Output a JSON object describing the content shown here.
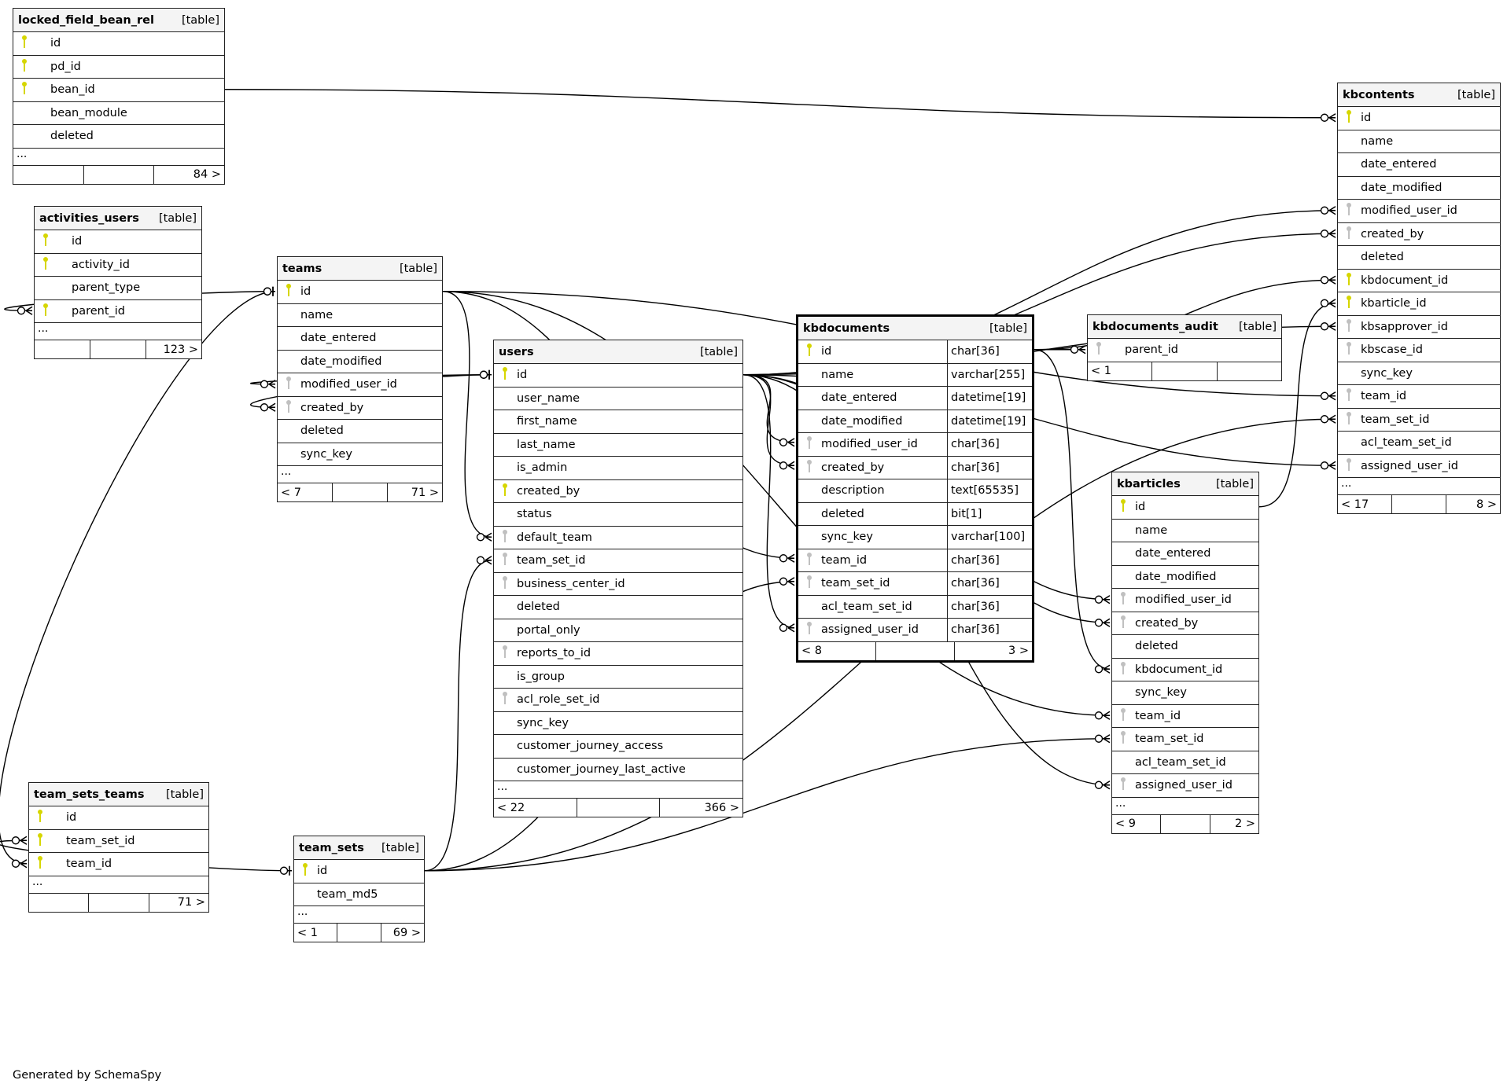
{
  "footer": "Generated by SchemaSpy",
  "tables": {
    "locked_field_bean_rel": {
      "name": "locked_field_bean_rel",
      "kind": "[table]",
      "columns": [
        {
          "name": "id",
          "key": "pk"
        },
        {
          "name": "pd_id",
          "key": "pk"
        },
        {
          "name": "bean_id",
          "key": "pk"
        },
        {
          "name": "bean_module",
          "key": ""
        },
        {
          "name": "deleted",
          "key": ""
        }
      ],
      "more": "...",
      "foot": [
        "",
        "",
        "84 >"
      ]
    },
    "activities_users": {
      "name": "activities_users",
      "kind": "[table]",
      "columns": [
        {
          "name": "id",
          "key": "pk"
        },
        {
          "name": "activity_id",
          "key": "pk"
        },
        {
          "name": "parent_type",
          "key": ""
        },
        {
          "name": "parent_id",
          "key": "pk"
        }
      ],
      "more": "...",
      "foot": [
        "",
        "",
        "123 >"
      ]
    },
    "teams": {
      "name": "teams",
      "kind": "[table]",
      "columns": [
        {
          "name": "id",
          "key": "pk"
        },
        {
          "name": "name",
          "key": ""
        },
        {
          "name": "date_entered",
          "key": ""
        },
        {
          "name": "date_modified",
          "key": ""
        },
        {
          "name": "modified_user_id",
          "key": "fk"
        },
        {
          "name": "created_by",
          "key": "fk"
        },
        {
          "name": "deleted",
          "key": ""
        },
        {
          "name": "sync_key",
          "key": ""
        }
      ],
      "more": "...",
      "foot": [
        "< 7",
        "",
        "71 >"
      ]
    },
    "users": {
      "name": "users",
      "kind": "[table]",
      "columns": [
        {
          "name": "id",
          "key": "pk"
        },
        {
          "name": "user_name",
          "key": ""
        },
        {
          "name": "first_name",
          "key": ""
        },
        {
          "name": "last_name",
          "key": ""
        },
        {
          "name": "is_admin",
          "key": ""
        },
        {
          "name": "created_by",
          "key": "pk"
        },
        {
          "name": "status",
          "key": ""
        },
        {
          "name": "default_team",
          "key": "fk"
        },
        {
          "name": "team_set_id",
          "key": "fk"
        },
        {
          "name": "business_center_id",
          "key": "fk"
        },
        {
          "name": "deleted",
          "key": ""
        },
        {
          "name": "portal_only",
          "key": ""
        },
        {
          "name": "reports_to_id",
          "key": "fk"
        },
        {
          "name": "is_group",
          "key": ""
        },
        {
          "name": "acl_role_set_id",
          "key": "fk"
        },
        {
          "name": "sync_key",
          "key": ""
        },
        {
          "name": "customer_journey_access",
          "key": ""
        },
        {
          "name": "customer_journey_last_active",
          "key": ""
        }
      ],
      "more": "...",
      "foot": [
        "< 22",
        "",
        "366 >"
      ]
    },
    "kbdocuments": {
      "name": "kbdocuments",
      "kind": "[table]",
      "columns": [
        {
          "name": "id",
          "key": "pk",
          "type": "char[36]"
        },
        {
          "name": "name",
          "key": "",
          "type": "varchar[255]"
        },
        {
          "name": "date_entered",
          "key": "",
          "type": "datetime[19]"
        },
        {
          "name": "date_modified",
          "key": "",
          "type": "datetime[19]"
        },
        {
          "name": "modified_user_id",
          "key": "fk",
          "type": "char[36]"
        },
        {
          "name": "created_by",
          "key": "fk",
          "type": "char[36]"
        },
        {
          "name": "description",
          "key": "",
          "type": "text[65535]"
        },
        {
          "name": "deleted",
          "key": "",
          "type": "bit[1]"
        },
        {
          "name": "sync_key",
          "key": "",
          "type": "varchar[100]"
        },
        {
          "name": "team_id",
          "key": "fk",
          "type": "char[36]"
        },
        {
          "name": "team_set_id",
          "key": "fk",
          "type": "char[36]"
        },
        {
          "name": "acl_team_set_id",
          "key": "",
          "type": "char[36]"
        },
        {
          "name": "assigned_user_id",
          "key": "fk",
          "type": "char[36]"
        }
      ],
      "foot": [
        "< 8",
        "",
        "3 >"
      ]
    },
    "kbdocuments_audit": {
      "name": "kbdocuments_audit",
      "kind": "[table]",
      "columns": [
        {
          "name": "parent_id",
          "key": "fk"
        }
      ],
      "foot": [
        "< 1",
        "",
        ""
      ]
    },
    "kbarticles": {
      "name": "kbarticles",
      "kind": "[table]",
      "columns": [
        {
          "name": "id",
          "key": "pk"
        },
        {
          "name": "name",
          "key": ""
        },
        {
          "name": "date_entered",
          "key": ""
        },
        {
          "name": "date_modified",
          "key": ""
        },
        {
          "name": "modified_user_id",
          "key": "fk"
        },
        {
          "name": "created_by",
          "key": "fk"
        },
        {
          "name": "deleted",
          "key": ""
        },
        {
          "name": "kbdocument_id",
          "key": "fk"
        },
        {
          "name": "sync_key",
          "key": ""
        },
        {
          "name": "team_id",
          "key": "fk"
        },
        {
          "name": "team_set_id",
          "key": "fk"
        },
        {
          "name": "acl_team_set_id",
          "key": ""
        },
        {
          "name": "assigned_user_id",
          "key": "fk"
        }
      ],
      "more": "...",
      "foot": [
        "< 9",
        "",
        "2 >"
      ]
    },
    "kbcontents": {
      "name": "kbcontents",
      "kind": "[table]",
      "columns": [
        {
          "name": "id",
          "key": "pk"
        },
        {
          "name": "name",
          "key": ""
        },
        {
          "name": "date_entered",
          "key": ""
        },
        {
          "name": "date_modified",
          "key": ""
        },
        {
          "name": "modified_user_id",
          "key": "fk"
        },
        {
          "name": "created_by",
          "key": "fk"
        },
        {
          "name": "deleted",
          "key": ""
        },
        {
          "name": "kbdocument_id",
          "key": "pk"
        },
        {
          "name": "kbarticle_id",
          "key": "pk"
        },
        {
          "name": "kbsapprover_id",
          "key": "fk"
        },
        {
          "name": "kbscase_id",
          "key": "fk"
        },
        {
          "name": "sync_key",
          "key": ""
        },
        {
          "name": "team_id",
          "key": "fk"
        },
        {
          "name": "team_set_id",
          "key": "fk"
        },
        {
          "name": "acl_team_set_id",
          "key": ""
        },
        {
          "name": "assigned_user_id",
          "key": "fk"
        }
      ],
      "more": "...",
      "foot": [
        "< 17",
        "",
        "8 >"
      ]
    },
    "team_sets_teams": {
      "name": "team_sets_teams",
      "kind": "[table]",
      "columns": [
        {
          "name": "id",
          "key": "pk"
        },
        {
          "name": "team_set_id",
          "key": "pk"
        },
        {
          "name": "team_id",
          "key": "pk"
        }
      ],
      "more": "...",
      "foot": [
        "",
        "",
        "71 >"
      ]
    },
    "team_sets": {
      "name": "team_sets",
      "kind": "[table]",
      "columns": [
        {
          "name": "id",
          "key": "pk"
        },
        {
          "name": "team_md5",
          "key": ""
        }
      ],
      "more": "...",
      "foot": [
        "< 1",
        "",
        "69 >"
      ]
    }
  },
  "relationships": [
    {
      "from": "kbcontents.id",
      "to": "locked_field_bean_rel.bean_id"
    },
    {
      "from": "kbcontents.modified_user_id",
      "to": "users.id"
    },
    {
      "from": "kbcontents.created_by",
      "to": "users.id"
    },
    {
      "from": "kbcontents.kbdocument_id",
      "to": "kbdocuments.id"
    },
    {
      "from": "kbcontents.kbarticle_id",
      "to": "kbarticles.id"
    },
    {
      "from": "kbcontents.kbsapprover_id",
      "to": "users.id"
    },
    {
      "from": "kbcontents.team_id",
      "to": "teams.id"
    },
    {
      "from": "kbcontents.team_set_id",
      "to": "team_sets.id"
    },
    {
      "from": "kbcontents.assigned_user_id",
      "to": "users.id"
    },
    {
      "from": "kbdocuments.modified_user_id",
      "to": "users.id"
    },
    {
      "from": "kbdocuments.created_by",
      "to": "users.id"
    },
    {
      "from": "kbdocuments.team_id",
      "to": "teams.id"
    },
    {
      "from": "kbdocuments.team_set_id",
      "to": "team_sets.id"
    },
    {
      "from": "kbdocuments.assigned_user_id",
      "to": "users.id"
    },
    {
      "from": "kbdocuments_audit.parent_id",
      "to": "kbdocuments.id"
    },
    {
      "from": "kbarticles.modified_user_id",
      "to": "users.id"
    },
    {
      "from": "kbarticles.created_by",
      "to": "users.id"
    },
    {
      "from": "kbarticles.kbdocument_id",
      "to": "kbdocuments.id"
    },
    {
      "from": "kbarticles.team_id",
      "to": "teams.id"
    },
    {
      "from": "kbarticles.team_set_id",
      "to": "team_sets.id"
    },
    {
      "from": "kbarticles.assigned_user_id",
      "to": "users.id"
    },
    {
      "from": "teams.modified_user_id",
      "to": "users.id"
    },
    {
      "from": "teams.created_by",
      "to": "users.id"
    },
    {
      "from": "users.default_team",
      "to": "teams.id"
    },
    {
      "from": "users.team_set_id",
      "to": "team_sets.id"
    },
    {
      "from": "team_sets_teams.team_set_id",
      "to": "team_sets.id"
    },
    {
      "from": "team_sets_teams.team_id",
      "to": "teams.id"
    },
    {
      "from": "activities_users.parent_id",
      "to": "teams.id"
    }
  ]
}
